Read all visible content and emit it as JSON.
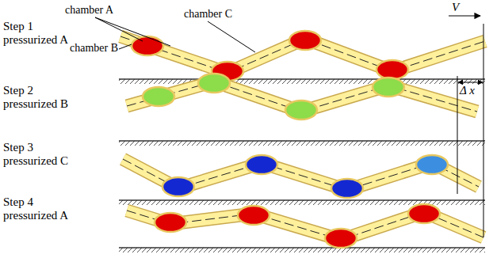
{
  "diagram": {
    "labels": [
      "chamber A",
      "chamber C",
      "chamber B",
      "Step 1",
      "pressurized A",
      "V",
      "Δ x",
      "Step 2",
      "pressurized B",
      "Step 3",
      "pressurized C",
      "Step 4",
      "pressurized A"
    ]
  }
}
